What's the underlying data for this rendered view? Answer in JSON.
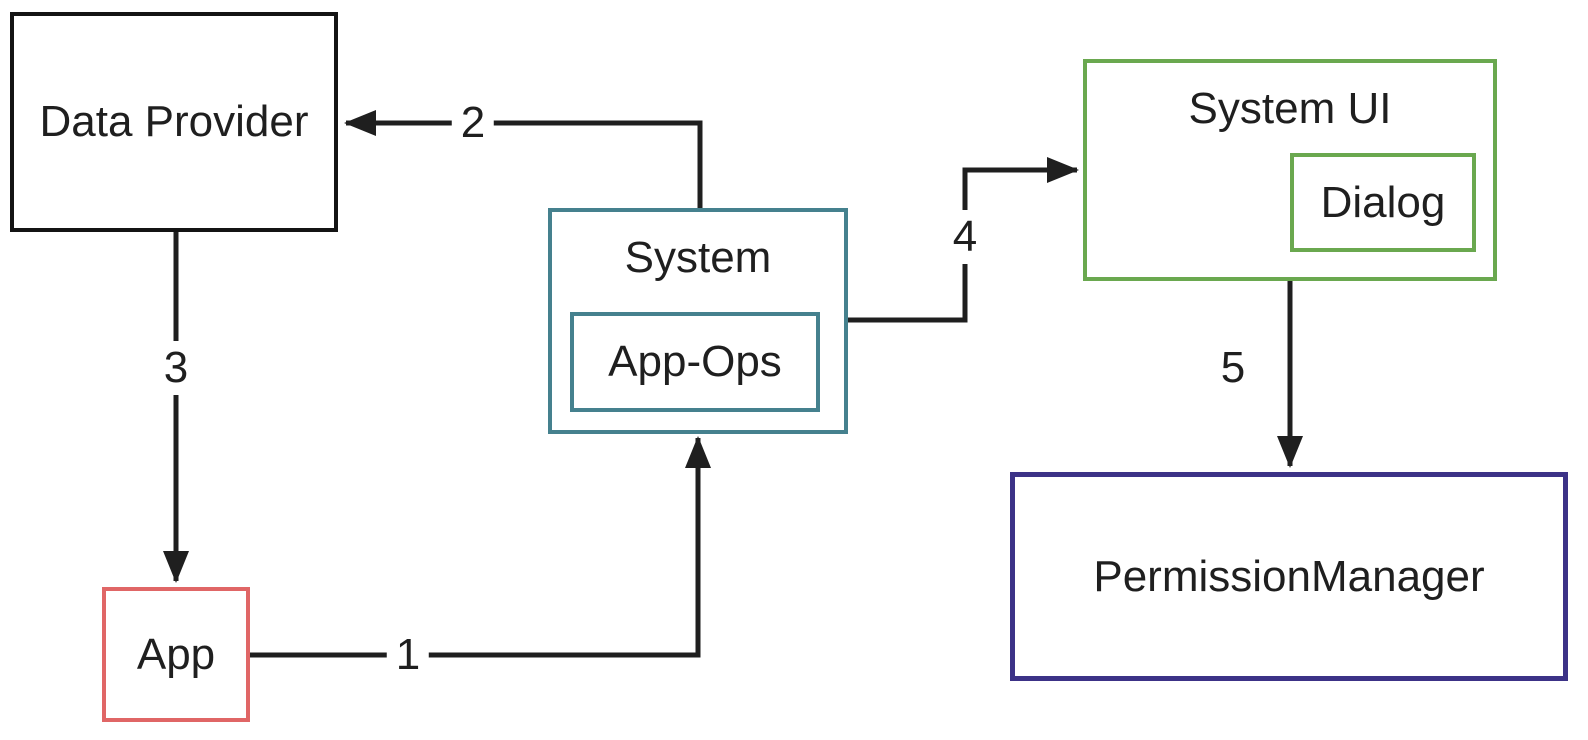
{
  "diagram": {
    "background": "#ffffff",
    "arrow_color": "#1f1f1f",
    "text_color": "#1f1f1f",
    "nodes": [
      {
        "id": "data-provider",
        "label": "Data Provider",
        "border_color": "#141414"
      },
      {
        "id": "system",
        "label": "System",
        "border_color": "#45818e"
      },
      {
        "id": "app-ops",
        "label": "App-Ops",
        "border_color": "#45818e",
        "parent": "system"
      },
      {
        "id": "system-ui",
        "label": "System UI",
        "border_color": "#6aa84f"
      },
      {
        "id": "dialog",
        "label": "Dialog",
        "border_color": "#6aa84f",
        "parent": "system-ui"
      },
      {
        "id": "permission-manager",
        "label": "PermissionManager",
        "border_color": "#3c3287"
      },
      {
        "id": "app",
        "label": "App",
        "border_color": "#e06666"
      }
    ],
    "edges": [
      {
        "label": "1",
        "from": "app",
        "to": "system"
      },
      {
        "label": "2",
        "from": "system",
        "to": "data-provider"
      },
      {
        "label": "3",
        "from": "data-provider",
        "to": "app"
      },
      {
        "label": "4",
        "from": "system",
        "to": "system-ui"
      },
      {
        "label": "5",
        "from": "system-ui",
        "to": "permission-manager"
      }
    ]
  }
}
